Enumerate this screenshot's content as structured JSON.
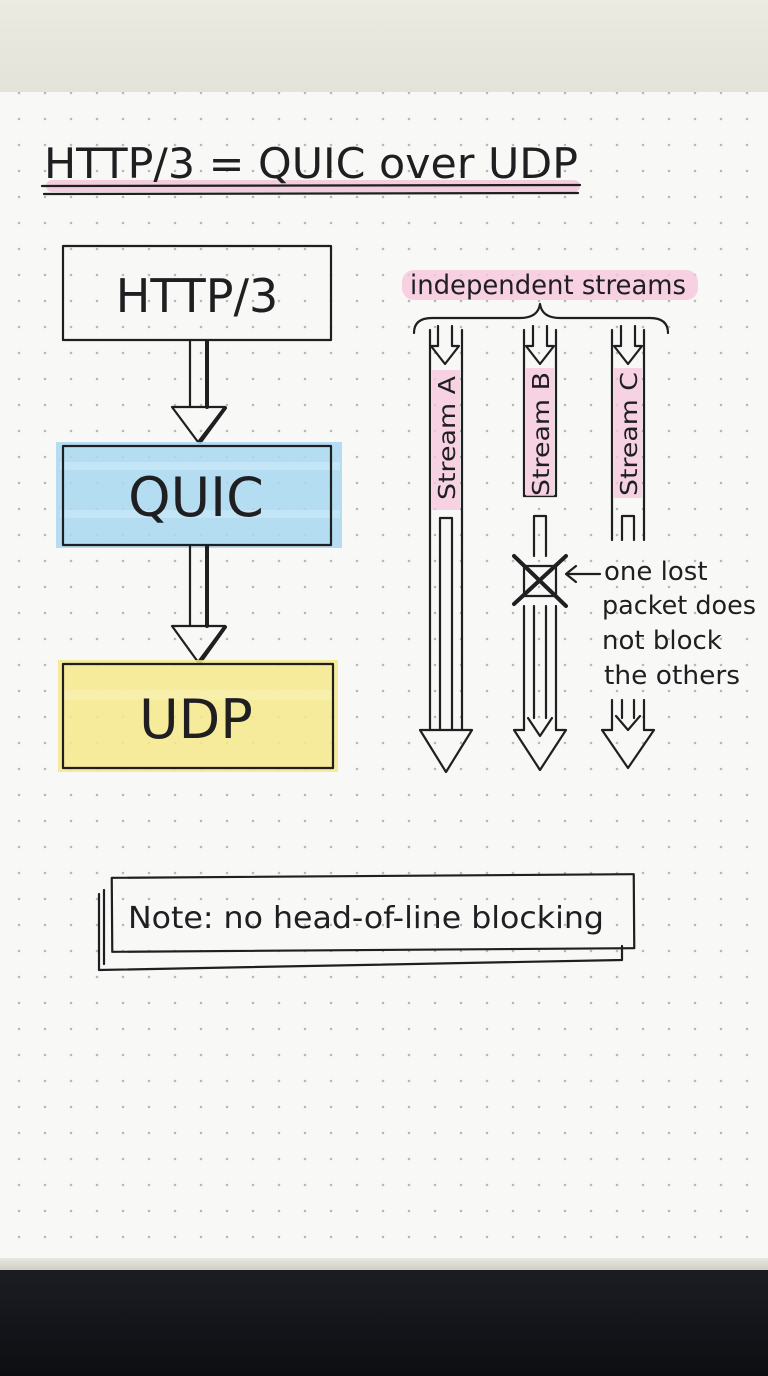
{
  "title": "HTTP/3 = QUIC over UDP",
  "stack": {
    "top_label": "HTTP/3",
    "middle_label": "QUIC",
    "bottom_label": "UDP"
  },
  "streams": {
    "heading": "independent streams",
    "items": [
      {
        "label": "Stream A"
      },
      {
        "label": "Stream B"
      },
      {
        "label": "Stream C"
      }
    ],
    "loss_note": [
      "one lost",
      "packet does",
      "not block",
      "the others"
    ]
  },
  "note": "Note: no head-of-line blocking",
  "colors": {
    "ink": "#1f1f22",
    "title_highlight": "#f2bfd6",
    "quic_fill": "#a8d8f0",
    "udp_fill": "#f6e98a",
    "stream_highlight": "#f6c6dc"
  }
}
